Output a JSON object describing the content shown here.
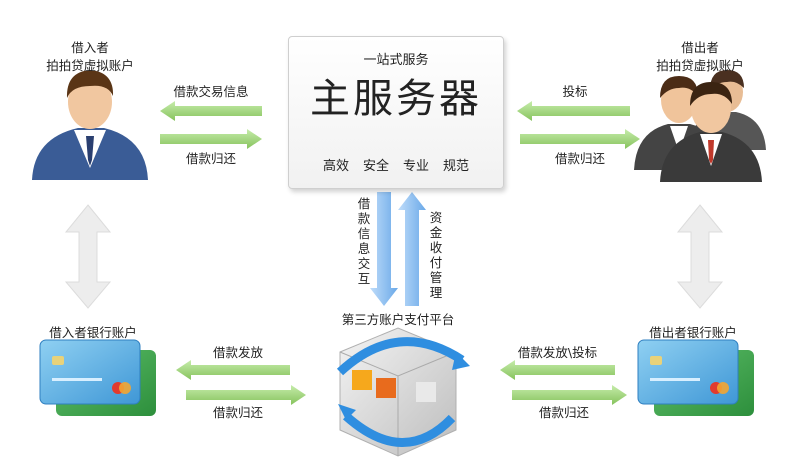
{
  "borrower": {
    "name": "借入者",
    "account": "拍拍贷虚拟账户"
  },
  "lender": {
    "name": "借出者",
    "account": "拍拍贷虚拟账户"
  },
  "server": {
    "title": "一站式服务",
    "name": "主服务器",
    "tags": [
      "高效",
      "安全",
      "专业",
      "规范"
    ]
  },
  "arrows": {
    "borrower_loan_info": "借款交易信息",
    "borrower_repay": "借款归还",
    "lender_bid": "投标",
    "lender_repay": "借款归还",
    "info_exchange": "借款信息交互",
    "fund_management": "资金收付管理",
    "bank_left_disburse": "借款发放",
    "bank_left_repay": "借款归还",
    "bank_right_disburse": "借款发放\\投标",
    "bank_right_repay": "借款归还"
  },
  "banks": {
    "borrower": "借入者银行账户",
    "lender": "借出者银行账户"
  },
  "platform": {
    "name": "第三方账户支付平台"
  },
  "colors": {
    "arrow_green": "#9fd27c",
    "arrow_blue": "#86bdf0",
    "arrow_gray": "#ececec"
  }
}
